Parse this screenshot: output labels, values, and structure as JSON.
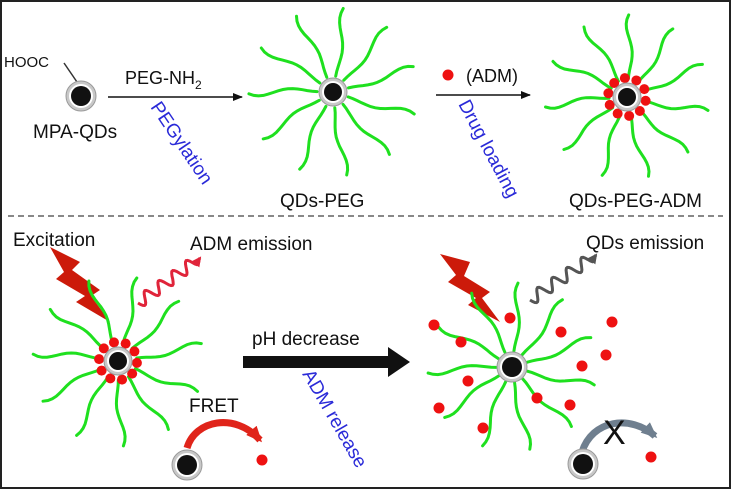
{
  "labels": {
    "hooc": "HOOC",
    "mpa_qds": "MPA-QDs",
    "peg_nh2": "PEG-NH",
    "peg_nh2_sub": "2",
    "pegylation": "PEGylation",
    "qds_peg": "QDs-PEG",
    "adm_legend": "(ADM)",
    "drug_loading": "Drug loading",
    "qds_peg_adm": "QDs-PEG-ADM",
    "excitation": "Excitation",
    "adm_emission": "ADM emission",
    "ph_decrease": "pH decrease",
    "adm_release": "ADM release",
    "fret": "FRET",
    "qds_emission": "QDs emission",
    "blocked_mark": "X"
  },
  "colors": {
    "peg": "#1fe01f",
    "adm": "#ee1111",
    "core": "#111111",
    "shell": "#c8c8c8",
    "process_text": "#2a2ad8",
    "label_text": "#111111",
    "excitation_bolt": "#cc1a0a",
    "adm_wave": "#e0243a",
    "qds_wave": "#555555",
    "fret_arrow": "#e0241a",
    "blocked_arrow": "#6f7f8f",
    "divider": "#888888",
    "frame": "#222222"
  },
  "icons": {
    "excitation": "lightning-bolt-icon",
    "adm_emission": "wavy-arrow-icon",
    "qds_emission": "wavy-arrow-icon",
    "fret": "curved-arrow-icon",
    "blocked": "crossed-curved-arrow-icon"
  }
}
